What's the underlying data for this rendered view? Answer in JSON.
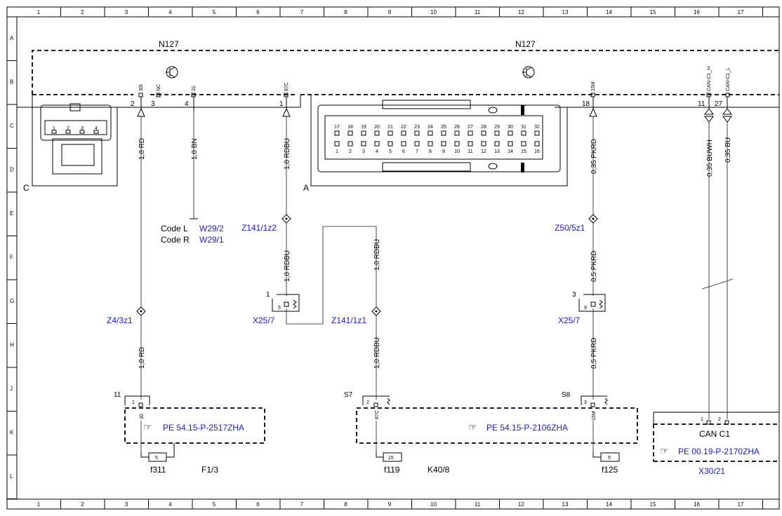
{
  "grid": {
    "columns": [
      "1",
      "2",
      "3",
      "4",
      "5",
      "6",
      "7",
      "8",
      "9",
      "10",
      "11",
      "12",
      "13",
      "14",
      "15",
      "16",
      "17"
    ],
    "rows": [
      "A",
      "B",
      "C",
      "D",
      "E",
      "F",
      "G",
      "H",
      "J",
      "K",
      "L"
    ]
  },
  "components": {
    "n127_left": "N127",
    "n127_right": "N127",
    "connector_c": "C",
    "connector_a": "A",
    "k40_8": "K40/8",
    "f1_3": "F1/3",
    "x30_21": "X30/21",
    "can_c1": "CAN C1"
  },
  "pins": {
    "p30t": "30t",
    "nc": "NC",
    "p31": "31",
    "p87c": "87C",
    "p15m": "15M",
    "can_h": "CAN-C1_H",
    "can_l": "CAN-C1_L",
    "n2": "2",
    "n3": "3",
    "n4": "4",
    "n1": "1",
    "n18": "18",
    "n11": "11",
    "n27": "27",
    "x25_left_1": "1",
    "x25_left_5": "5",
    "x25_right_3": "3",
    "x25_right_9": "9",
    "k11": "11",
    "k1": "1",
    "k30": "30",
    "s7": "S7",
    "s7_2": "2",
    "s7_87c": "87C",
    "s8": "S8",
    "s8_3": "3",
    "s8_15m": "15M",
    "x30_1": "1",
    "x30_2": "2",
    "fuse5a": "5",
    "fuse15": "15",
    "fuse5b": "5"
  },
  "connector_a_pins_top": [
    "17",
    "18",
    "19",
    "20",
    "21",
    "22",
    "23",
    "24",
    "25",
    "26",
    "27",
    "28",
    "29",
    "30",
    "31",
    "32"
  ],
  "connector_a_pins_bottom": [
    "1",
    "2",
    "3",
    "4",
    "5",
    "6",
    "7",
    "8",
    "9",
    "10",
    "11",
    "12",
    "13",
    "14",
    "15",
    "16"
  ],
  "connector_c_pins": [
    "1",
    "2",
    "3",
    "4"
  ],
  "wires": {
    "w_rd_top": "1,0 RD",
    "w_bn": "1,0 BN",
    "w_rdbu_top": "1,0 RDBU",
    "w_pkrd_top": "0,35 PKRD",
    "w_buwh": "0,35 BUWH",
    "w_bu": "0,35 BU",
    "w_rdbu_mid": "1,0 RDBU",
    "w_rdbu_mid2": "1,0 RDBU",
    "w_pkrd_mid": "0,5 PKRD",
    "w_rd_bot": "1,0 RD",
    "w_rdbu_bot": "1,0 RDBU",
    "w_pkrd_bot": "0,5 PKRD"
  },
  "connectors": {
    "z141_1z2": "Z141/1z2",
    "z50_5z1": "Z50/5z1",
    "z4_3z1": "Z4/3z1",
    "z141_1z1": "Z141/1z1",
    "x25_7_left": "X25/7",
    "x25_7_right": "X25/7"
  },
  "codes": {
    "code_l": "Code L",
    "code_l_ref": "W29/2",
    "code_r": "Code R",
    "code_r_ref": "W29/1"
  },
  "refs": {
    "pe1": "PE 54.15-P-2517ZHA",
    "pe2": "PE 54.15-P-2106ZHA",
    "pe3": "PE 00.19-P-2170ZHA"
  },
  "fuses": {
    "f311": "f311",
    "f119": "f119",
    "f125": "f125"
  },
  "colors": {
    "ref_blue": "#1a1acc",
    "line": "#000000",
    "wire": "#555555"
  }
}
